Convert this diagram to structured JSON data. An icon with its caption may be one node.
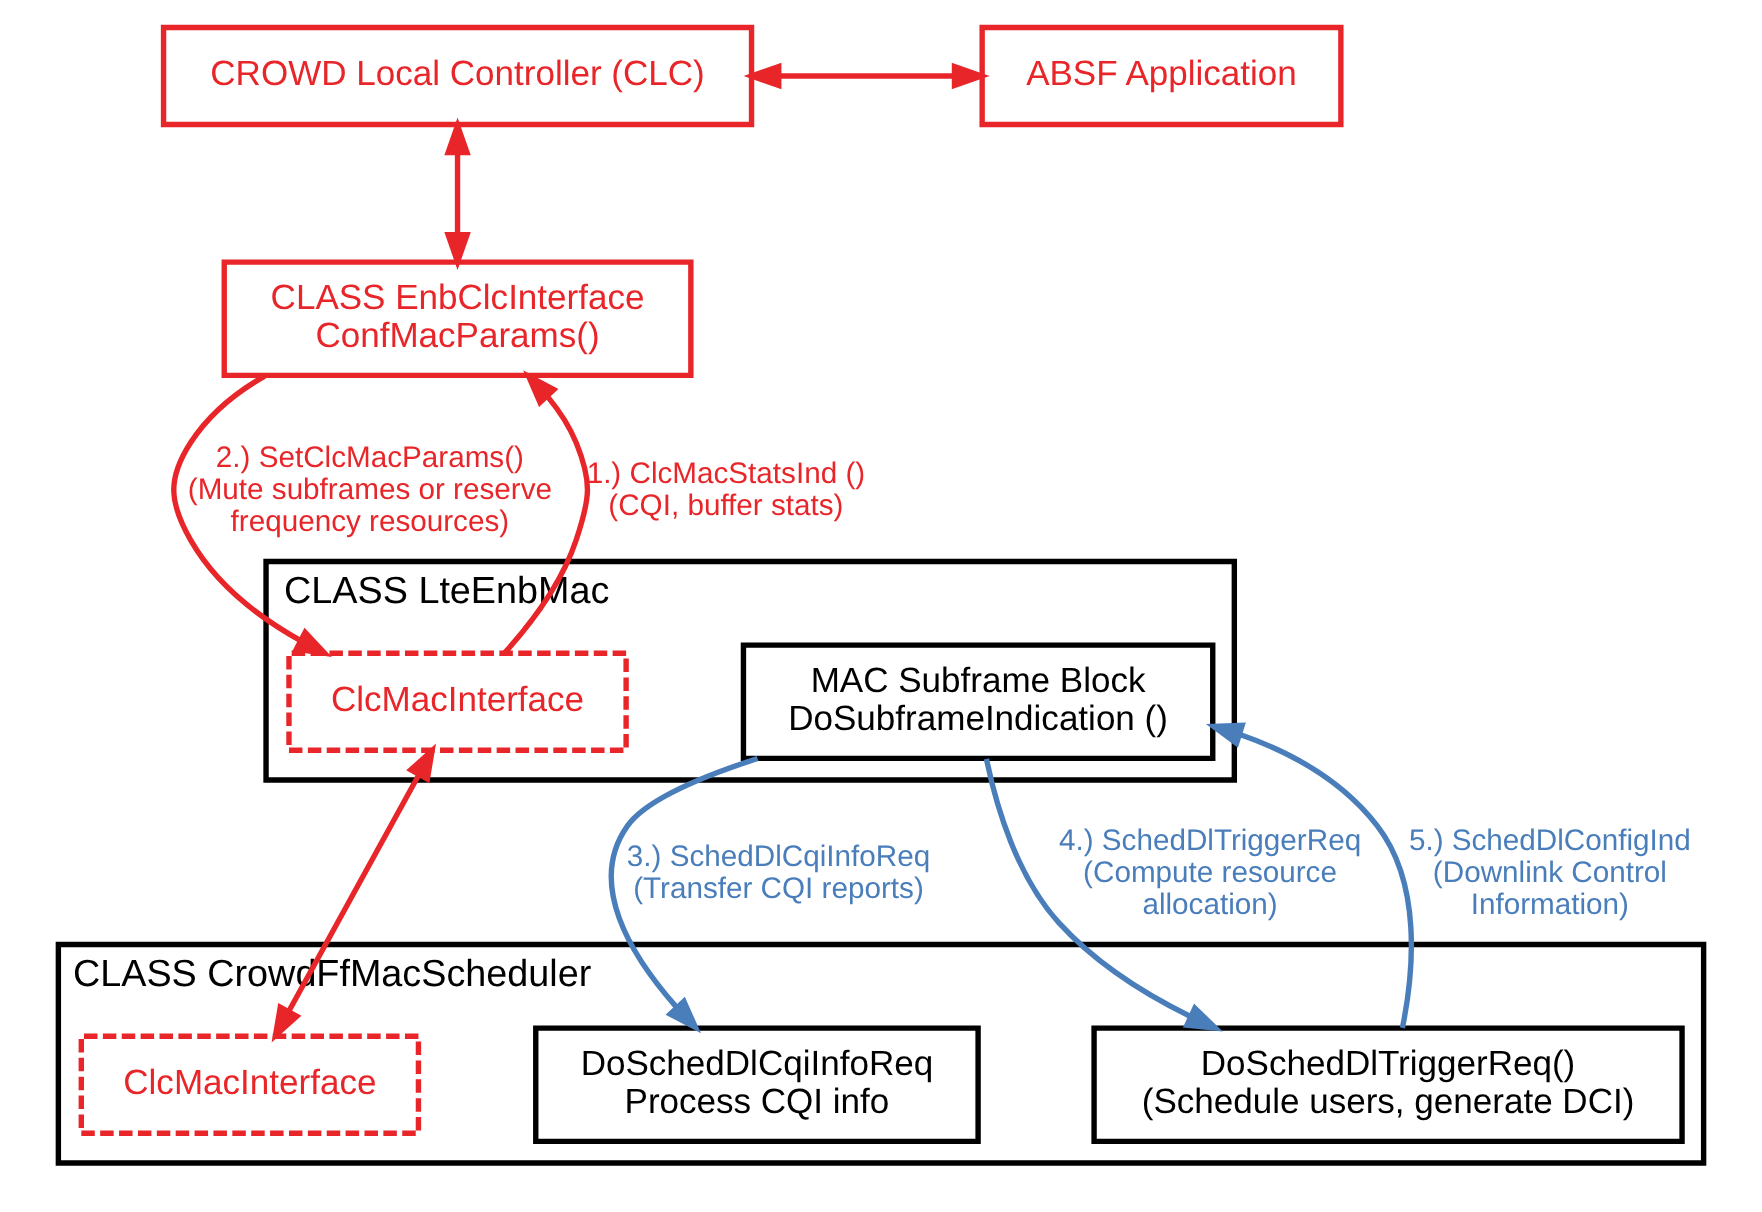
{
  "diagram": {
    "nodes": [
      {
        "text": [
          "CROWD Local Controller (CLC)"
        ]
      },
      {
        "text": [
          "ABSF Application"
        ]
      },
      {
        "text": [
          "CLASS EnbClcInterface",
          "ConfMacParams()"
        ]
      },
      {
        "text": [
          "CLASS LteEnbMac"
        ]
      },
      {
        "text": [
          "ClcMacInterface"
        ],
        "in": 3
      },
      {
        "text": [
          "MAC Subframe Block",
          "DoSubframeIndication ()"
        ],
        "in": 3
      },
      {
        "text": [
          "CLASS CrowdFfMacScheduler"
        ]
      },
      {
        "text": [
          "ClcMacInterface"
        ],
        "in": 6
      },
      {
        "text": [
          "DoSchedDlCqiInfoReq",
          "Process CQI info"
        ],
        "in": 6
      },
      {
        "text": [
          "DoSchedDlTriggerReq()",
          "(Schedule users, generate DCI)"
        ],
        "in": 6
      }
    ],
    "edges": [
      {
        "from": 0,
        "to": 1,
        "arrow": "both"
      },
      {
        "from": 0,
        "to": 2,
        "arrow": "both"
      },
      {
        "from": 4,
        "to": 2,
        "arrow": "to",
        "label": "1.) ClcMacStatsInd () (CQI, buffer stats)"
      },
      {
        "from": 2,
        "to": 4,
        "arrow": "to",
        "label": "2.) SetClcMacParams() (Mute subframes or reserve frequency resources)"
      },
      {
        "from": 4,
        "to": 7,
        "arrow": "both"
      },
      {
        "from": 5,
        "to": 8,
        "arrow": "to",
        "label": "3.) SchedDlCqiInfoReq (Transfer CQI reports)",
        "color": "#4a7ebb"
      },
      {
        "from": 5,
        "to": 9,
        "arrow": "to",
        "label": "4.) SchedDlTriggerReq (Compute resource allocation)",
        "color": "#4a7ebb"
      },
      {
        "from": 9,
        "to": 5,
        "arrow": "to",
        "label": "5.) SchedDlConfigInd (Downlink Control Information)",
        "color": "#4a7ebb"
      }
    ]
  }
}
